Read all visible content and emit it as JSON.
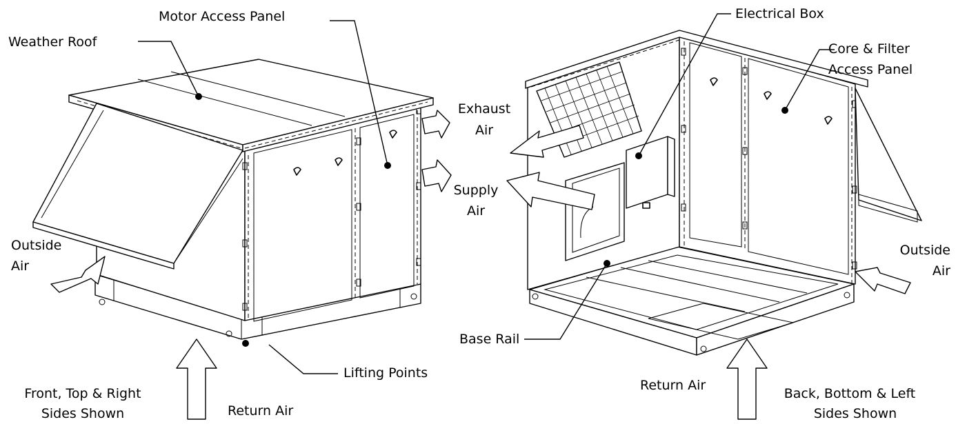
{
  "labels": {
    "weather_roof": "Weather Roof",
    "motor_access_panel": "Motor Access Panel",
    "electrical_box": "Electrical Box",
    "core_filter_line1": "Core & Filter",
    "core_filter_line2": "Access Panel",
    "exhaust_line1": "Exhaust",
    "exhaust_line2": "Air",
    "supply_line1": "Supply",
    "supply_line2": "Air",
    "outside_left_line1": "Outside",
    "outside_left_line2": "Air",
    "outside_right_line1": "Outside",
    "outside_right_line2": "Air",
    "base_rail": "Base Rail",
    "lifting_points": "Lifting Points",
    "return_air_left": "Return Air",
    "return_air_right": "Return Air",
    "front_caption_line1": "Front, Top & Right",
    "front_caption_line2": "Sides Shown",
    "back_caption_line1": "Back, Bottom & Left",
    "back_caption_line2": "Sides Shown"
  },
  "colors": {
    "line": "#000000",
    "background": "#ffffff"
  }
}
